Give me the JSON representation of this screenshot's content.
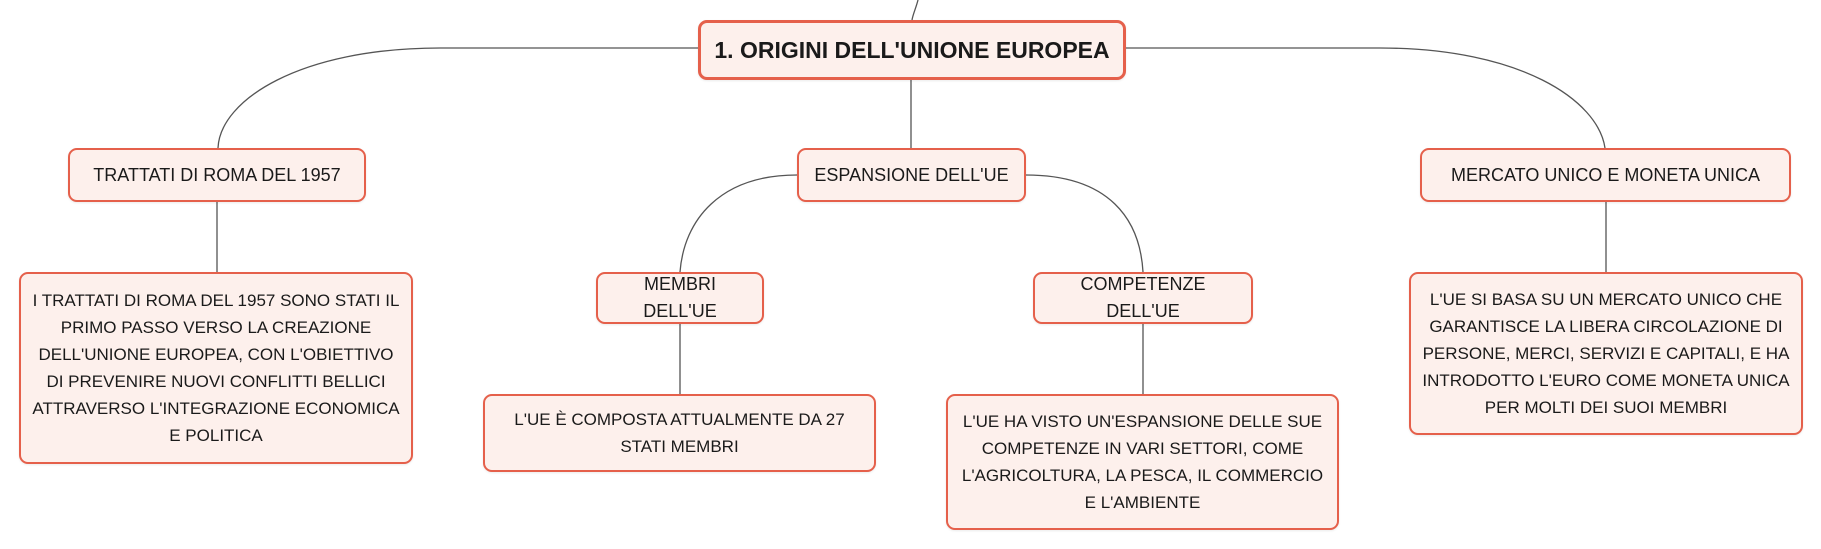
{
  "root": {
    "label": "1. ORIGINI DELL'UNIONE EUROPEA"
  },
  "branches": {
    "trattati": {
      "label": "TRATTATI DI ROMA DEL 1957",
      "detail": "I TRATTATI DI ROMA DEL 1957 SONO STATI IL PRIMO PASSO VERSO LA CREAZIONE DELL'UNIONE EUROPEA, CON L'OBIETTIVO DI PREVENIRE NUOVI CONFLITTI BELLICI ATTRAVERSO L'INTEGRAZIONE ECONOMICA E POLITICA"
    },
    "espansione": {
      "label": "ESPANSIONE DELL'UE",
      "membri": {
        "label": "MEMBRI DELL'UE",
        "detail": "L'UE È COMPOSTA ATTUALMENTE DA 27 STATI MEMBRI"
      },
      "competenze": {
        "label": "COMPETENZE DELL'UE",
        "detail": "L'UE HA VISTO UN'ESPANSIONE DELLE SUE COMPETENZE IN VARI SETTORI, COME L'AGRICOLTURA, LA PESCA, IL COMMERCIO E L'AMBIENTE"
      }
    },
    "mercato": {
      "label": "MERCATO UNICO E MONETA UNICA",
      "detail": "L'UE SI BASA SU UN MERCATO UNICO CHE GARANTISCE LA LIBERA CIRCOLAZIONE DI PERSONE, MERCI, SERVIZI E CAPITALI, E HA INTRODOTTO L'EURO COME MONETA UNICA PER MOLTI DEI SUOI MEMBRI"
    }
  },
  "colors": {
    "node_border": "#e5604b",
    "node_fill": "#fdf0ec",
    "connector": "#555555"
  }
}
